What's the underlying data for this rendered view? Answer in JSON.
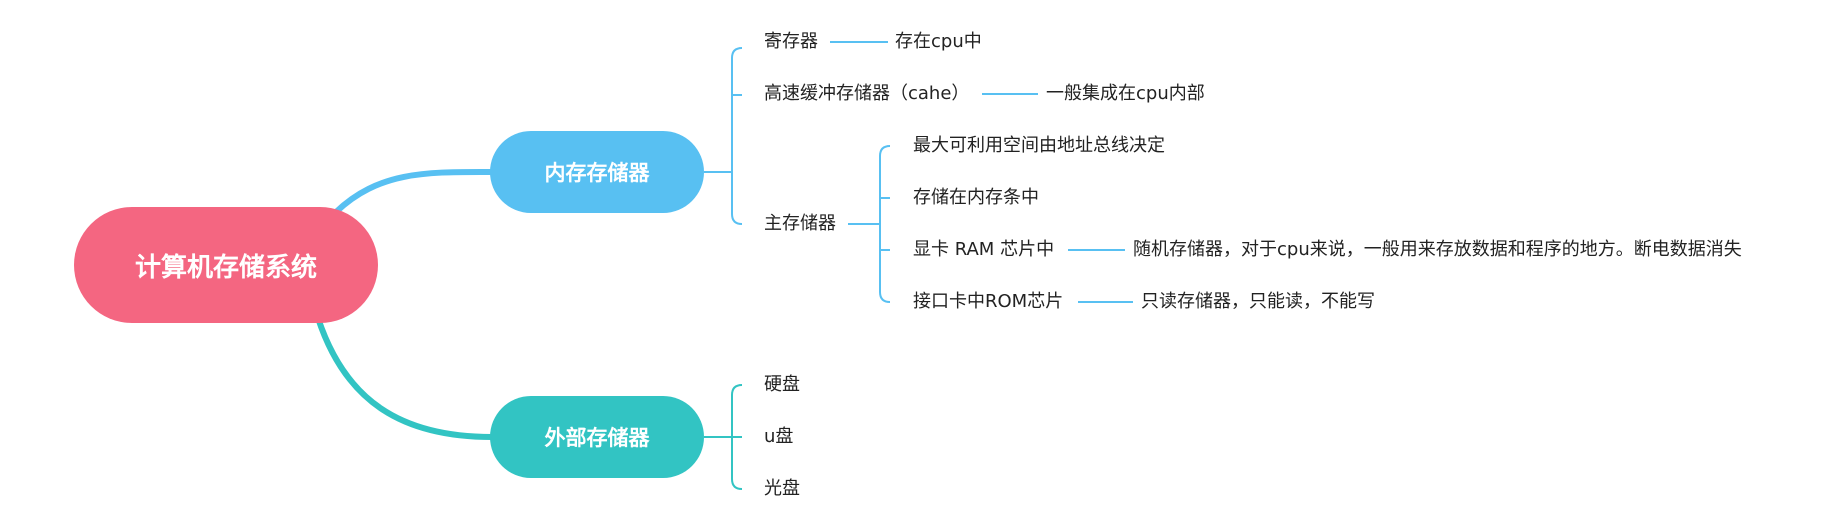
{
  "root": {
    "label": "计算机存储系统"
  },
  "internal": {
    "label": "内存存储器",
    "children": {
      "register": {
        "label": "寄存器",
        "note": "存在cpu中"
      },
      "cache": {
        "label": "高速缓冲存储器（cahe）",
        "note": "一般集成在cpu内部"
      },
      "main": {
        "label": "主存储器",
        "children": {
          "max_space": {
            "label": "最大可利用空间由地址总线决定"
          },
          "stored_in": {
            "label": "存储在内存条中"
          },
          "gpu_ram": {
            "label": "显卡 RAM 芯片中",
            "note": "随机存储器，对于cpu来说，一般用来存放数据和程序的地方。断电数据消失"
          },
          "rom": {
            "label": "接口卡中ROM芯片",
            "note": "只读存储器，只能读，不能写"
          }
        }
      }
    }
  },
  "external": {
    "label": "外部存储器",
    "children": {
      "hdd": {
        "label": "硬盘"
      },
      "usb": {
        "label": "u盘"
      },
      "cd": {
        "label": "光盘"
      }
    }
  },
  "colors": {
    "root": "#f46681",
    "internal": "#58c0f2",
    "external": "#32c4c3",
    "text": "#222222"
  }
}
